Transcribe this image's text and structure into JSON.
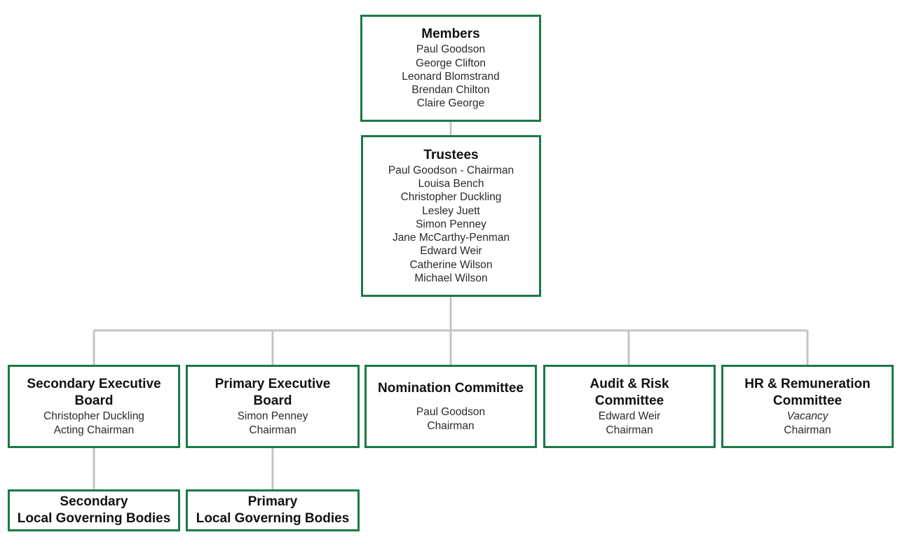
{
  "members": {
    "title": "Members",
    "names": [
      "Paul Goodson",
      "George Clifton",
      "Leonard Blomstrand",
      "Brendan Chilton",
      "Claire George"
    ]
  },
  "trustees": {
    "title": "Trustees",
    "names": [
      "Paul Goodson - Chairman",
      "Louisa Bench",
      "Christopher Duckling",
      "Lesley Juett",
      "Simon Penney",
      "Jane McCarthy-Penman",
      "Edward Weir",
      "Catherine Wilson",
      "Michael Wilson"
    ]
  },
  "committees": [
    {
      "title": "Secondary Executive Board",
      "person": "Christopher Duckling",
      "role": "Acting Chairman"
    },
    {
      "title": "Primary Executive Board",
      "person": "Simon Penney",
      "role": "Chairman"
    },
    {
      "title": "Nomination Committee",
      "person": "Paul Goodson",
      "role": "Chairman"
    },
    {
      "title": "Audit & Risk Committee",
      "person": "Edward Weir",
      "role": "Chairman"
    },
    {
      "title": "HR & Remuneration Committee",
      "person": "Vacancy",
      "role": "Chairman",
      "person_italic": true
    }
  ],
  "local_bodies": [
    {
      "line1": "Secondary",
      "line2": "Local Governing Bodies"
    },
    {
      "line1": "Primary",
      "line2": "Local Governing Bodies"
    }
  ],
  "colors": {
    "border": "#1a7a45",
    "connector": "#c4c4c4"
  }
}
